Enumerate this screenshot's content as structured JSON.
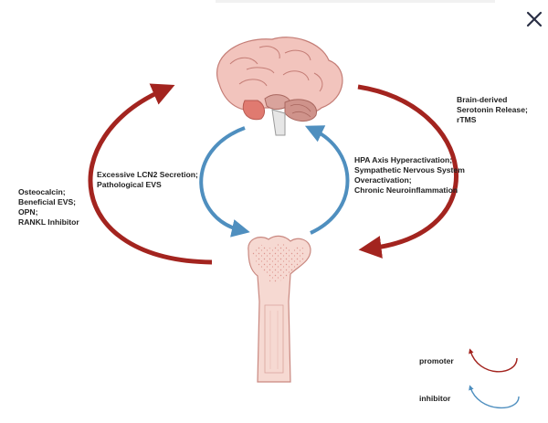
{
  "diagram": {
    "labels": {
      "left_outer": [
        "Osteocalcin;",
        "Beneficial EVS;",
        "OPN;",
        "RANKL Inhibitor"
      ],
      "left_inner": [
        "Excessive LCN2 Secretion;",
        "Pathological EVS"
      ],
      "right_inner": [
        "HPA Axis Hyperactivation;",
        "Sympathetic Nervous System",
        "Overactivation;",
        "Chronic Neuroinflammation"
      ],
      "right_outer": [
        "Brain-derived",
        "Serotonin Release;",
        "rTMS"
      ]
    },
    "legend": {
      "promoter": "promoter",
      "inhibitor": "inhibitor"
    },
    "colors": {
      "promoter": "#a3241f",
      "inhibitor": "#4f8fbf",
      "brain": "#f2c4bd",
      "bone": "#f6d9d2"
    }
  },
  "icons": {
    "close": "close-icon",
    "brain": "brain-illustration",
    "bone": "femur-bone-illustration"
  }
}
